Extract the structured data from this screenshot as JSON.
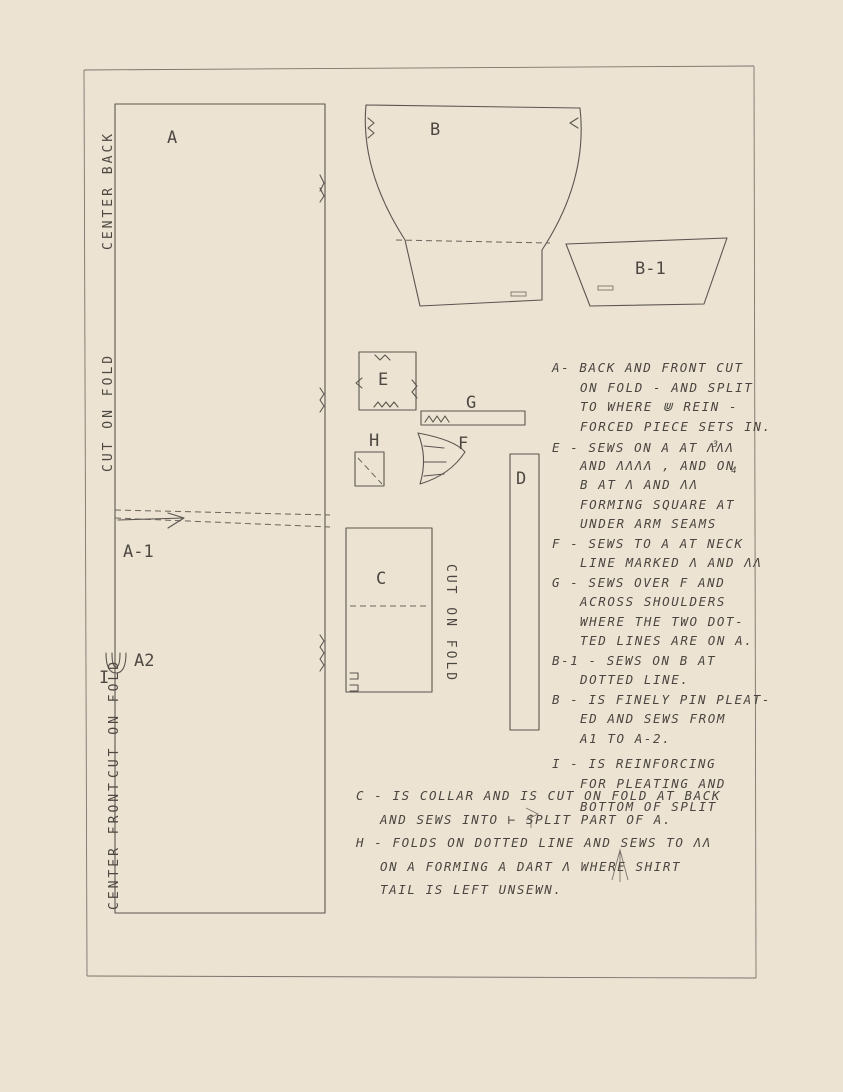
{
  "pieces": {
    "a": "A",
    "a1": "A-1",
    "a2": "A2",
    "b": "B",
    "b1": "B-1",
    "c": "C",
    "d": "D",
    "e": "E",
    "f": "F",
    "g": "G",
    "h": "H",
    "i": "I"
  },
  "side_labels": {
    "center_back": "CENTER BACK",
    "cut_on_fold_upper": "CUT ON FOLD",
    "cut_on_fold_lower": "CUT ON FOLD",
    "center_front": "CENTER FRONT",
    "cut_on_fold_collar": "CUT ON FOLD"
  },
  "notes": {
    "a_1": "A- BACK AND FRONT CUT",
    "a_2": "ON FOLD - AND SPLIT",
    "a_3": "TO WHERE ⋓ REIN -",
    "a_4": "FORCED PIECE SETS IN.",
    "e_1": "E - SEWS ON A AT ΛΛΛ",
    "e_1_sub": "3",
    "e_2": "AND ΛΛΛΛ , AND ON",
    "e_2_sub": "4",
    "e_3": "B AT Λ AND ΛΛ",
    "e_4": "FORMING SQUARE AT",
    "e_5": "UNDER ARM SEAMS",
    "f_1": "F - SEWS TO A AT NECK",
    "f_2": "LINE MARKED Λ AND ΛΛ",
    "g_1": "G - SEWS OVER F AND",
    "g_2": "ACROSS SHOULDERS",
    "g_3": "WHERE THE TWO DOT-",
    "g_4": "TED LINES ARE ON A.",
    "b1_1": "B-1 - SEWS ON B AT",
    "b1_2": "DOTTED LINE.",
    "b_1": "B - IS FINELY PIN PLEAT-",
    "b_2": "ED AND SEWS FROM",
    "b_3": "A1 TO A-2.",
    "i_1": "I - IS REINFORCING",
    "i_2": "FOR PLEATING AND",
    "i_3": "BOTTOM OF SPLIT",
    "c_1": "C - IS COLLAR AND IS CUT ON FOLD AT BACK",
    "c_2": "AND SEWS INTO ⊢ SPLIT PART OF A.",
    "h_1": "H - FOLDS ON DOTTED LINE AND SEWS TO ΛΛ",
    "h_2": "ON A FORMING A DART Λ WHERE SHIRT",
    "h_3": "TAIL IS LEFT UNSEWN."
  }
}
